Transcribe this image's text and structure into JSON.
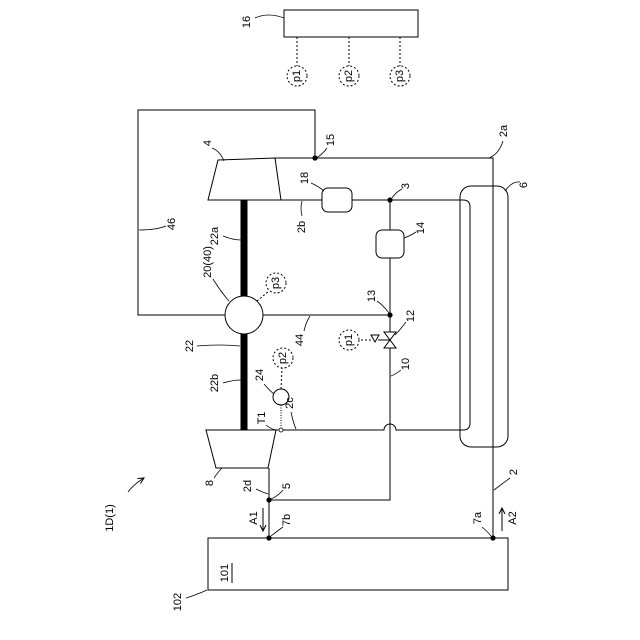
{
  "figure": {
    "label": "1D(1)"
  },
  "controller": {
    "label": "16",
    "sensors": [
      "p1",
      "p2",
      "p3"
    ]
  },
  "components": {
    "compressor": "4",
    "turbine": "8",
    "heat_exchanger": "6",
    "motor": "20(40)",
    "shaft": "22",
    "shaft_section_a": "22a",
    "shaft_section_b": "22b",
    "element_18": "18",
    "element_14": "14",
    "valve": "12",
    "sensor_24": "24",
    "temperature_point": "T1",
    "unit_inner": "101",
    "unit_outer": "102"
  },
  "lines": {
    "main": "2",
    "line_2a": "2a",
    "line_2b": "2b",
    "line_2c": "2c",
    "line_2d": "2d",
    "bypass": "10",
    "line_44": "44",
    "line_46": "46"
  },
  "points": {
    "p15": "15",
    "p3": "3",
    "p13": "13",
    "p5": "5",
    "p7a": "7a",
    "p7b": "7b"
  },
  "local_sensors": {
    "p1": "p1",
    "p2": "p2",
    "p3": "p3"
  },
  "flows": {
    "a1": "A1",
    "a2": "A2"
  }
}
